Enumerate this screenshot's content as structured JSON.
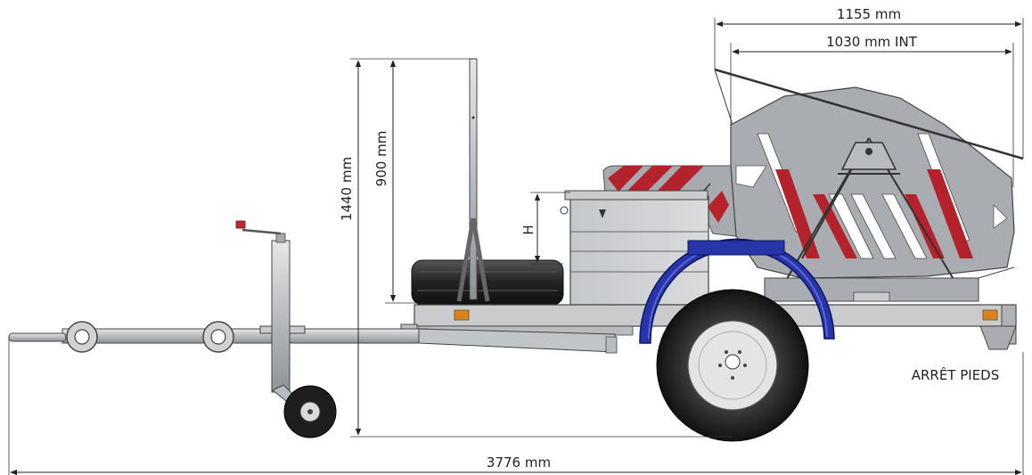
{
  "dimensions": {
    "overall_width": "1155 mm",
    "interior_width": "1030 mm INT",
    "total_height": "1440 mm",
    "upper_height": "900 mm",
    "h_label": "H",
    "total_length": "3776 mm"
  },
  "annotations": {
    "foot_stop": "ARRÊT PIEDS"
  },
  "colors": {
    "frame": "#c9cbcd",
    "frame_stroke": "#444444",
    "body_panel": "#a9adb2",
    "stripe_red": "#b4232b",
    "fender_blue": "#2835a8",
    "tyre": "#1e1e1e",
    "wheel_rim": "#e2e4e6",
    "reflector": "#d9821f",
    "jack_handle": "#c0282e"
  }
}
